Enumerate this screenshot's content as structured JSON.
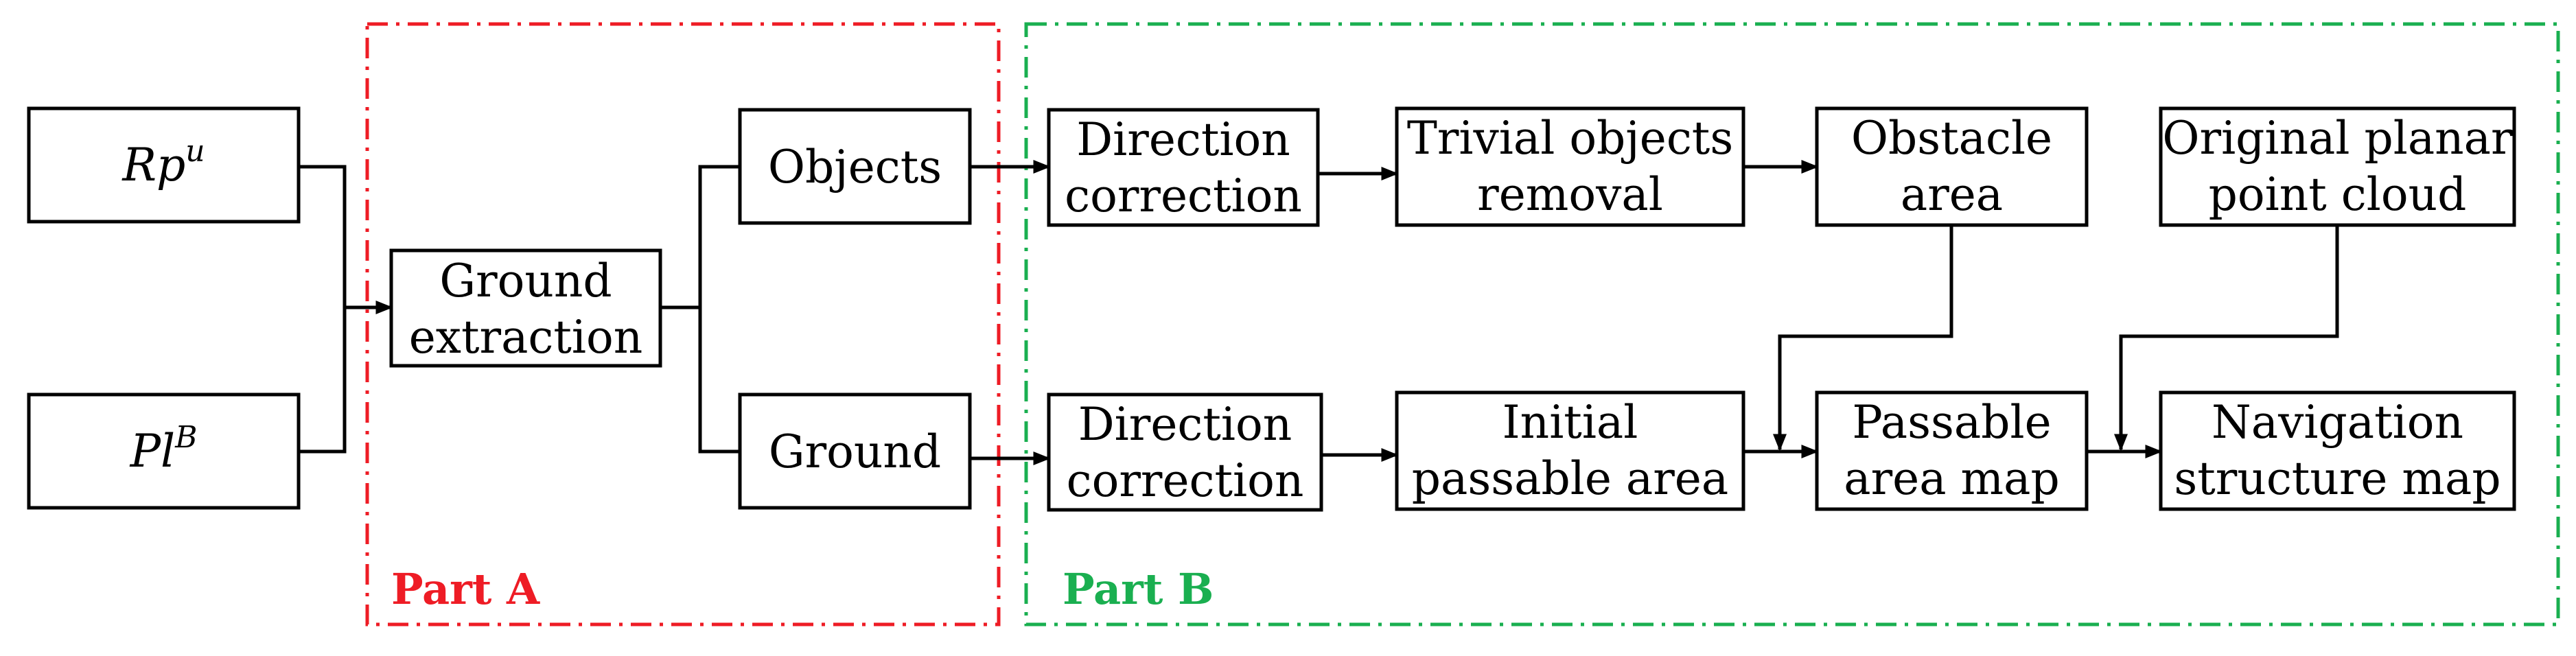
{
  "colors": {
    "part_a": "#ee1c25",
    "part_b": "#1aaf50",
    "line": "#000000"
  },
  "regions": {
    "part_a_label": "Part A",
    "part_b_label": "Part B"
  },
  "inputs": {
    "rpu": {
      "base": "Rp",
      "sup": "u"
    },
    "plb": {
      "base": "Pl",
      "sup": "B"
    }
  },
  "nodes": {
    "ground_extraction": [
      "Ground",
      "extraction"
    ],
    "objects": "Objects",
    "ground": "Ground",
    "direction_correction_top": [
      "Direction",
      "correction"
    ],
    "trivial_objects_removal": [
      "Trivial objects",
      "removal"
    ],
    "obstacle_area": [
      "Obstacle",
      "area"
    ],
    "original_planar_point_cloud": [
      "Original planar",
      "point cloud"
    ],
    "direction_correction_bottom": [
      "Direction",
      "correction"
    ],
    "initial_passable_area": [
      "Initial",
      "passable area"
    ],
    "passable_area_map": [
      "Passable",
      "area map"
    ],
    "navigation_structure_map": [
      "Navigation",
      "structure map"
    ]
  }
}
